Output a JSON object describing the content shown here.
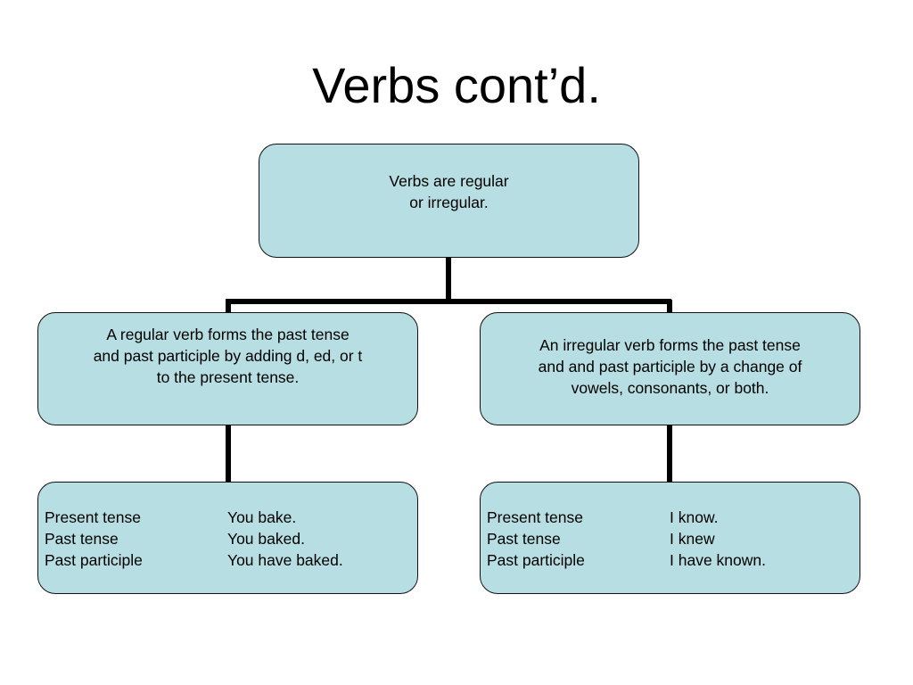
{
  "slide": {
    "title": "Verbs cont’d."
  },
  "diagram": {
    "root": "Verbs are regular\nor irregular.",
    "regular": "A regular verb forms the past tense\nand past participle by adding d, ed, or t\nto the present tense.",
    "irregular": "An irregular verb forms the past tense\nand and past participle by a change of\nvowels, consonants, or both.",
    "regular_examples": [
      {
        "label": "Present tense",
        "example": "You bake."
      },
      {
        "label": "Past tense",
        "example": "You baked."
      },
      {
        "label": "Past participle",
        "example": "You have baked."
      }
    ],
    "irregular_examples": [
      {
        "label": "Present tense",
        "example": "I know."
      },
      {
        "label": "Past tense",
        "example": "I knew"
      },
      {
        "label": "Past participle",
        "example": "I have known."
      }
    ]
  },
  "colors": {
    "box_fill": "#b7dee2",
    "box_border": "#111111",
    "connector": "#000000"
  }
}
